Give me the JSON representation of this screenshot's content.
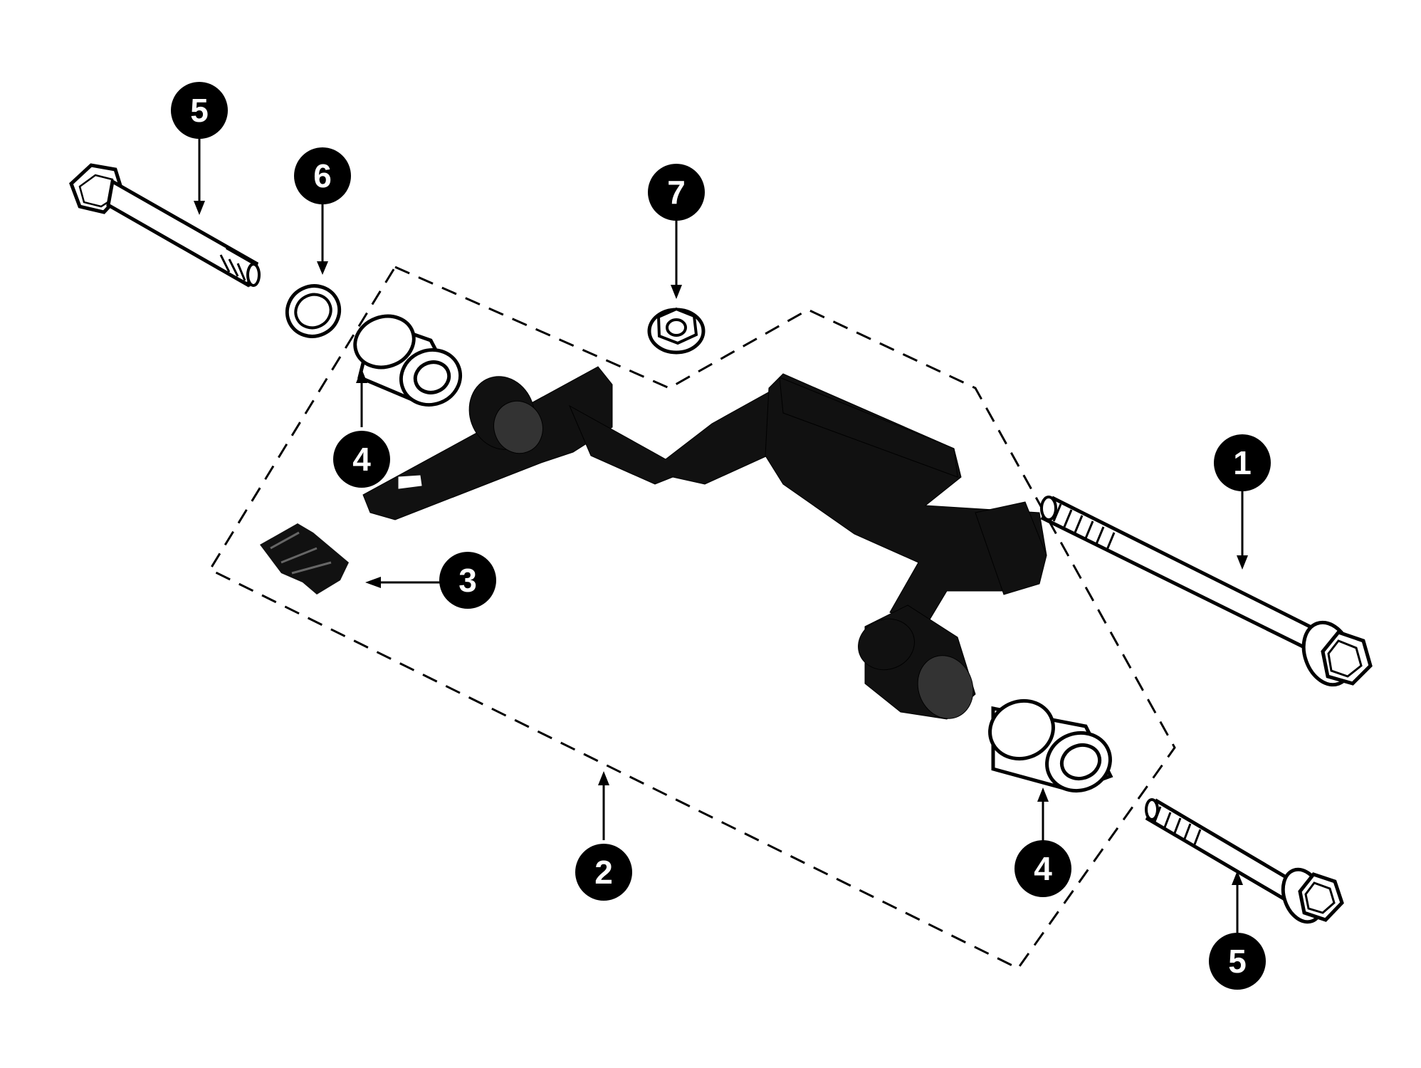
{
  "diagram": {
    "type": "exploded-parts-diagram",
    "colors": {
      "ink": "#000000",
      "paper": "#ffffff",
      "fill_dark": "#111111"
    },
    "callouts": [
      {
        "id": "c5a",
        "label": "5",
        "part": "long-flange-bolt-upper-left"
      },
      {
        "id": "c6",
        "label": "6",
        "part": "washer"
      },
      {
        "id": "c7",
        "label": "7",
        "part": "flange-nut"
      },
      {
        "id": "c4a",
        "label": "4",
        "part": "bushing-left"
      },
      {
        "id": "c3",
        "label": "3",
        "part": "rubber-pad"
      },
      {
        "id": "c1",
        "label": "1",
        "part": "long-bolt-right"
      },
      {
        "id": "c2",
        "label": "2",
        "part": "lever-assembly"
      },
      {
        "id": "c4b",
        "label": "4",
        "part": "bushing-right"
      },
      {
        "id": "c5b",
        "label": "5",
        "part": "flange-bolt-lower-right"
      }
    ]
  }
}
